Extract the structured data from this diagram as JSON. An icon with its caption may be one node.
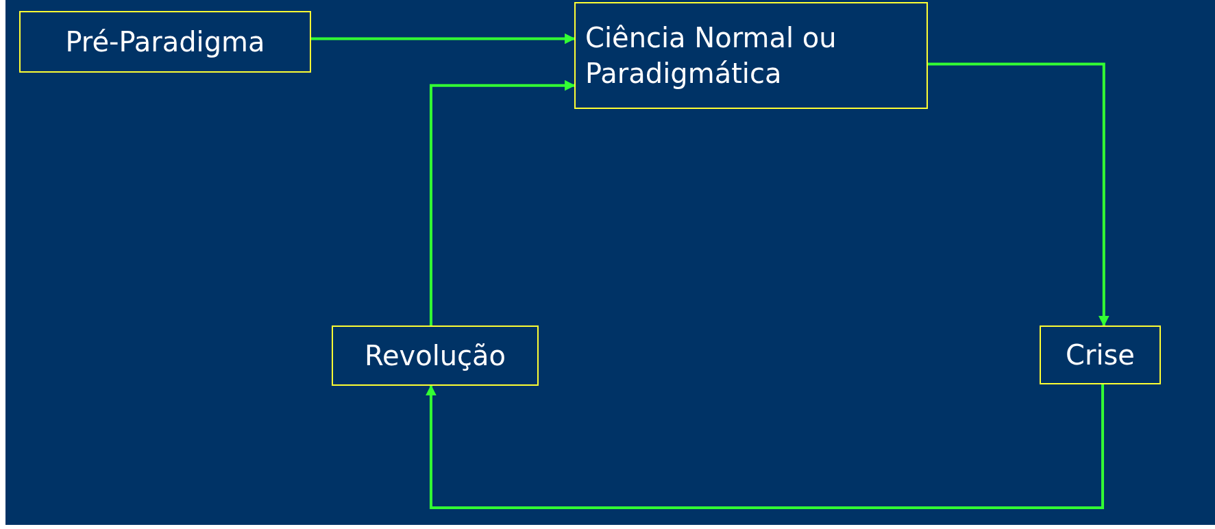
{
  "diagram": {
    "nodes": [
      {
        "text": [
          "Pré-Paradigma"
        ]
      },
      {
        "text": [
          "Ciência Normal ou Paradigmática"
        ]
      },
      {
        "text": [
          "Revolução"
        ]
      },
      {
        "text": [
          "Crise"
        ]
      }
    ],
    "edges": [
      {
        "from": 0,
        "to": 1,
        "arrow": "to"
      },
      {
        "from": 1,
        "to": 3,
        "arrow": "to"
      },
      {
        "from": 3,
        "to": 2,
        "arrow": "to"
      },
      {
        "from": 2,
        "to": 1,
        "arrow": "to"
      }
    ]
  }
}
